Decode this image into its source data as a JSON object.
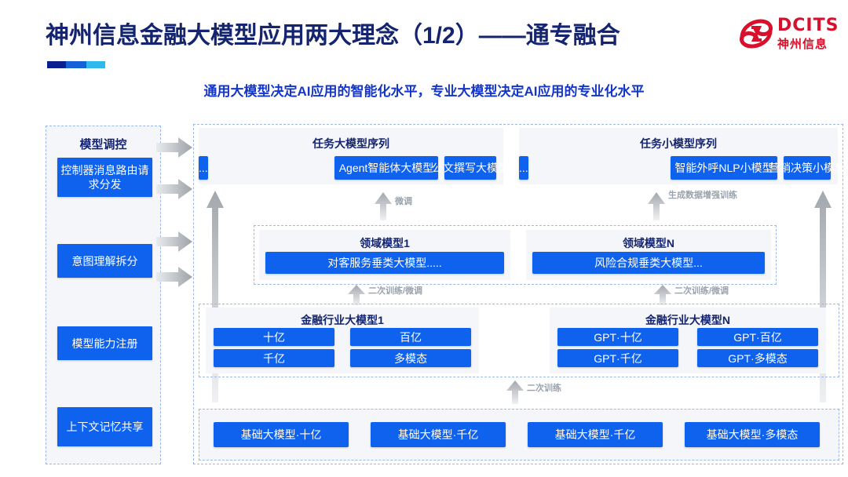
{
  "header": {
    "title": "神州信息金融大模型应用两大理念（1/2）——通专融合",
    "subtitle": "通用大模型决定AI应用的智能化水平，专业大模型决定AI应用的专业化水平",
    "logo": {
      "brand": "DCITS",
      "brand_cn": "神州信息",
      "mark": "swirl-logo-icon"
    },
    "accent_colors": [
      "#0a1f8f",
      "#1761d8",
      "#2fb8ec"
    ],
    "title_color": "#14246e",
    "subtitle_color": "#1336c8"
  },
  "theme": {
    "box_blue": "#0f62ee",
    "panel_bg": "#f4f6fa",
    "dash_border": "#9db7e8",
    "arrow_gray": "#a9adb3",
    "label_gray": "#9aa3ad"
  },
  "control_column": {
    "title": "模型调控",
    "items": [
      {
        "label": "控制器消息路由请求分发"
      },
      {
        "label": "意图理解拆分"
      },
      {
        "label": "模型能力注册"
      },
      {
        "label": "上下文记忆共享"
      }
    ]
  },
  "task_sequences": [
    {
      "title": "任务大模型序列",
      "items": [
        "Agent智能体大模型",
        "公文撰写大模型",
        "..."
      ]
    },
    {
      "title": "任务小模型序列",
      "items": [
        "智能外呼NLP小模型",
        "营销决策小模型",
        "..."
      ]
    }
  ],
  "domain_models": [
    {
      "title": "领域模型1",
      "item": "对客服务垂类大模型....."
    },
    {
      "title": "领域模型N",
      "item": "风险合规垂类大模型..."
    }
  ],
  "industry_models": [
    {
      "title": "金融行业大模型1",
      "items": [
        "十亿",
        "百亿",
        "千亿",
        "多模态"
      ]
    },
    {
      "title": "金融行业大模型N",
      "items": [
        "GPT·十亿",
        "GPT·百亿",
        "GPT·千亿",
        "GPT·多模态"
      ]
    }
  ],
  "base_models": {
    "items": [
      "基础大模型·十亿",
      "基础大模型·千亿",
      "基础大模型·千亿",
      "基础大模型·多模态"
    ]
  },
  "flow_labels": {
    "fine_tune": "微调",
    "data_augmentation": "生成数据增强训练",
    "retrain_finetune_left": "二次训练/微调",
    "retrain_finetune_right": "二次训练/微调",
    "retrain": "二次训练"
  }
}
